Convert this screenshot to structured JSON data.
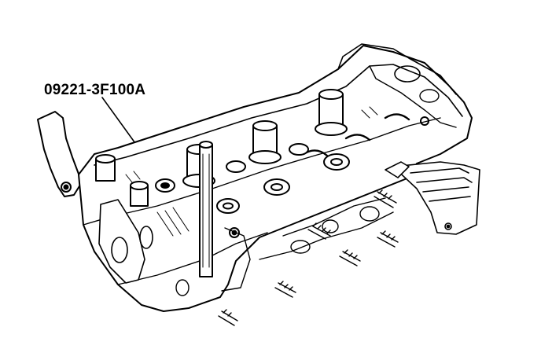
{
  "callout": {
    "tool_number": "09221-3F100A"
  },
  "colors": {
    "line": "#000000",
    "background": "#ffffff"
  },
  "icons": [
    "cylinder-head-drawing",
    "valve-guide-tool-drawing"
  ]
}
